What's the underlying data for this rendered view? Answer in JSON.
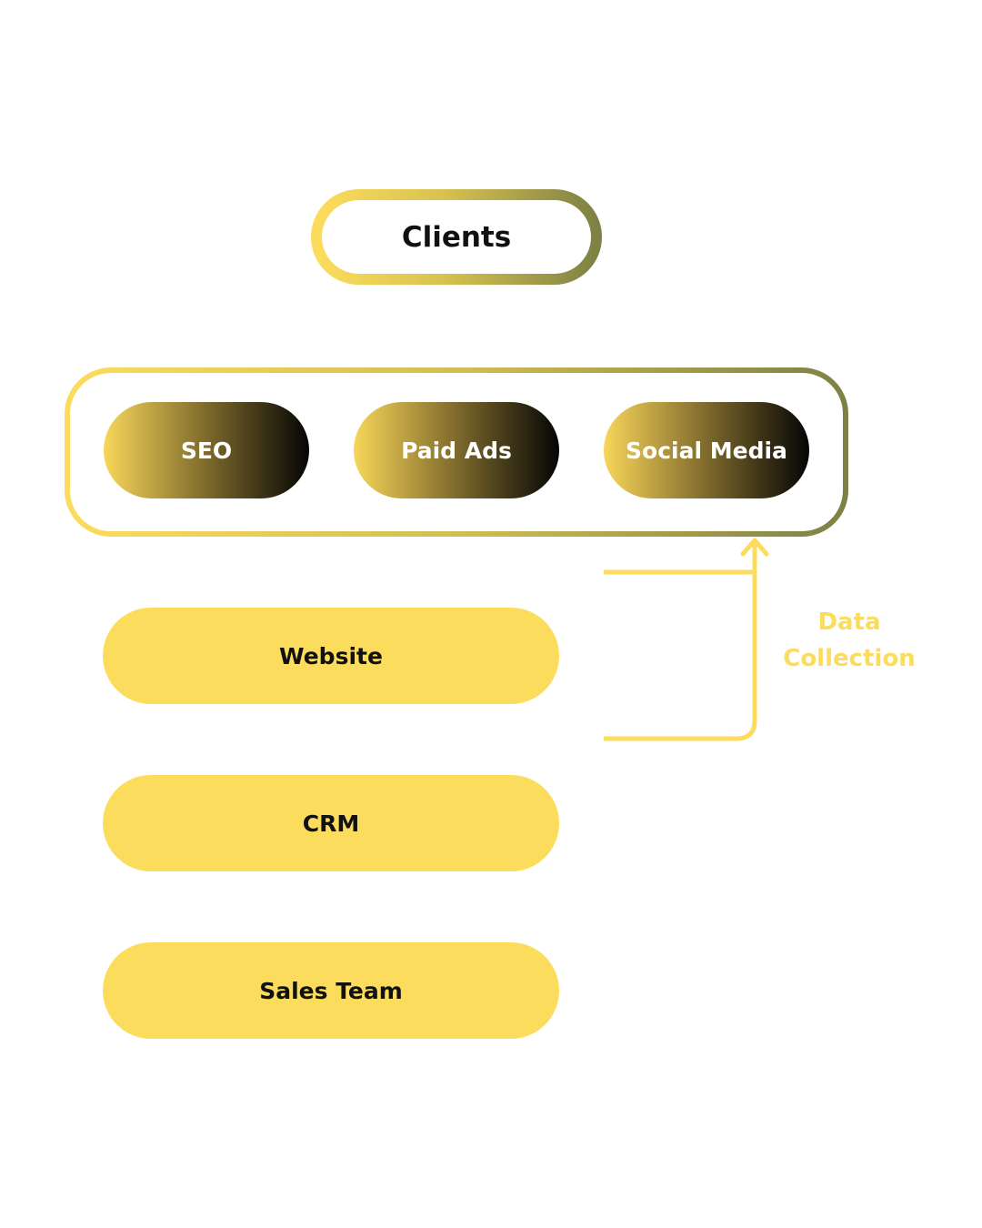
{
  "colors": {
    "yellow": "#FCDC5C",
    "olive": "#7E8145",
    "dark": "#0A0A0A",
    "text_dark": "#111111",
    "text_light": "#FFFFFF"
  },
  "nodes": {
    "clients": "Clients",
    "channels": [
      "SEO",
      "Paid Ads",
      "Social Media"
    ],
    "systems": [
      "Website",
      "CRM",
      "Sales Team"
    ]
  },
  "annotation": {
    "line1": "Data",
    "line2": "Collection"
  }
}
